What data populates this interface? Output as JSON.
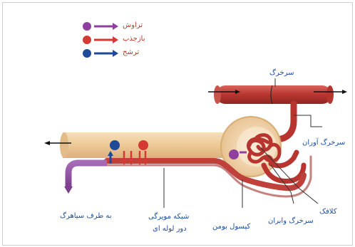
{
  "colors": {
    "secretion": "#8e3fa0",
    "reabsorption": "#d43a33",
    "filtration": "#1e4a98",
    "vessel": "#c0403b",
    "tubule": "#efcf9f",
    "label_text": "#1f4fa0",
    "legend_text": "#c0392b"
  },
  "legend": [
    {
      "label": "تراوش",
      "color": "#8e3fa0"
    },
    {
      "label": "بازجذب",
      "color": "#d43a33"
    },
    {
      "label": "ترشح",
      "color": "#1e4a98"
    }
  ],
  "labels": {
    "artery": "سرخرگ",
    "afferent_arteriole": "سرخرگ آوران",
    "glomerulus": "کلافک",
    "efferent_arteriole": "سرخرگ وابران",
    "bowman_capsule": "کپسول بومن",
    "peritubular_network_line1": "شبکه مویرگی",
    "peritubular_network_line2": "دور لوله ای",
    "to_vein": "به طرف سیاهرگ"
  }
}
